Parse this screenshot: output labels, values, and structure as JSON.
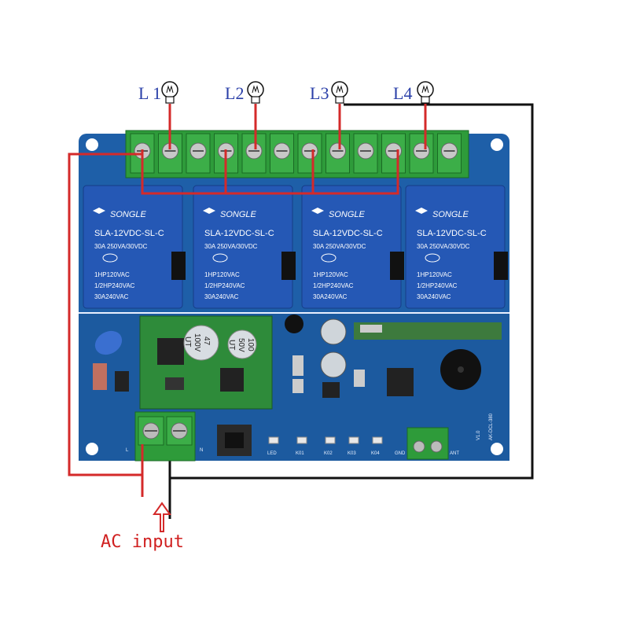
{
  "loads": [
    {
      "label": "L 1"
    },
    {
      "label": "L2"
    },
    {
      "label": "L3"
    },
    {
      "label": "L4"
    }
  ],
  "relays": [
    {
      "brand": "SONGLE",
      "model": "SLA-12VDC-SL-C",
      "rating1": "30A 250VA/30VDC",
      "rating2": "1HP120VAC",
      "rating3": "1/2HP240VAC",
      "rating4": "30A240VAC"
    },
    {
      "brand": "SONGLE",
      "model": "SLA-12VDC-SL-C",
      "rating1": "30A 250VA/30VDC",
      "rating2": "1HP120VAC",
      "rating3": "1/2HP240VAC",
      "rating4": "30A240VAC"
    },
    {
      "brand": "SONGLE",
      "model": "SLA-12VDC-SL-C",
      "rating1": "30A 250VA/30VDC",
      "rating2": "1HP120VAC",
      "rating3": "1/2HP240VAC",
      "rating4": "30A240VAC"
    },
    {
      "brand": "SONGLE",
      "model": "SLA-12VDC-SL-C",
      "rating1": "30A 250VA/30VDC",
      "rating2": "1HP120VAC",
      "rating3": "1/2HP240VAC",
      "rating4": "30A240VAC"
    }
  ],
  "board": {
    "cap1": "47",
    "cap1b": "100V",
    "cap1c": "UT",
    "cap2": "100",
    "cap2b": "50V",
    "cap2c": "UT",
    "led_labels": [
      "LED",
      "K01",
      "K02",
      "K03",
      "K04"
    ],
    "gnd": "GND",
    "ant": "ANT",
    "version": "V1.0",
    "model": "AK-DCL-380",
    "terminal_l": "L",
    "terminal_n": "N"
  },
  "ac_input_label": "AC  input",
  "colors": {
    "pcb": "#1e5fa8",
    "relay": "#2558b5",
    "terminal_green": "#2e9b3a",
    "wire_red": "#d42a2a",
    "wire_black": "#111111",
    "label_blue": "#2a3fa8"
  }
}
